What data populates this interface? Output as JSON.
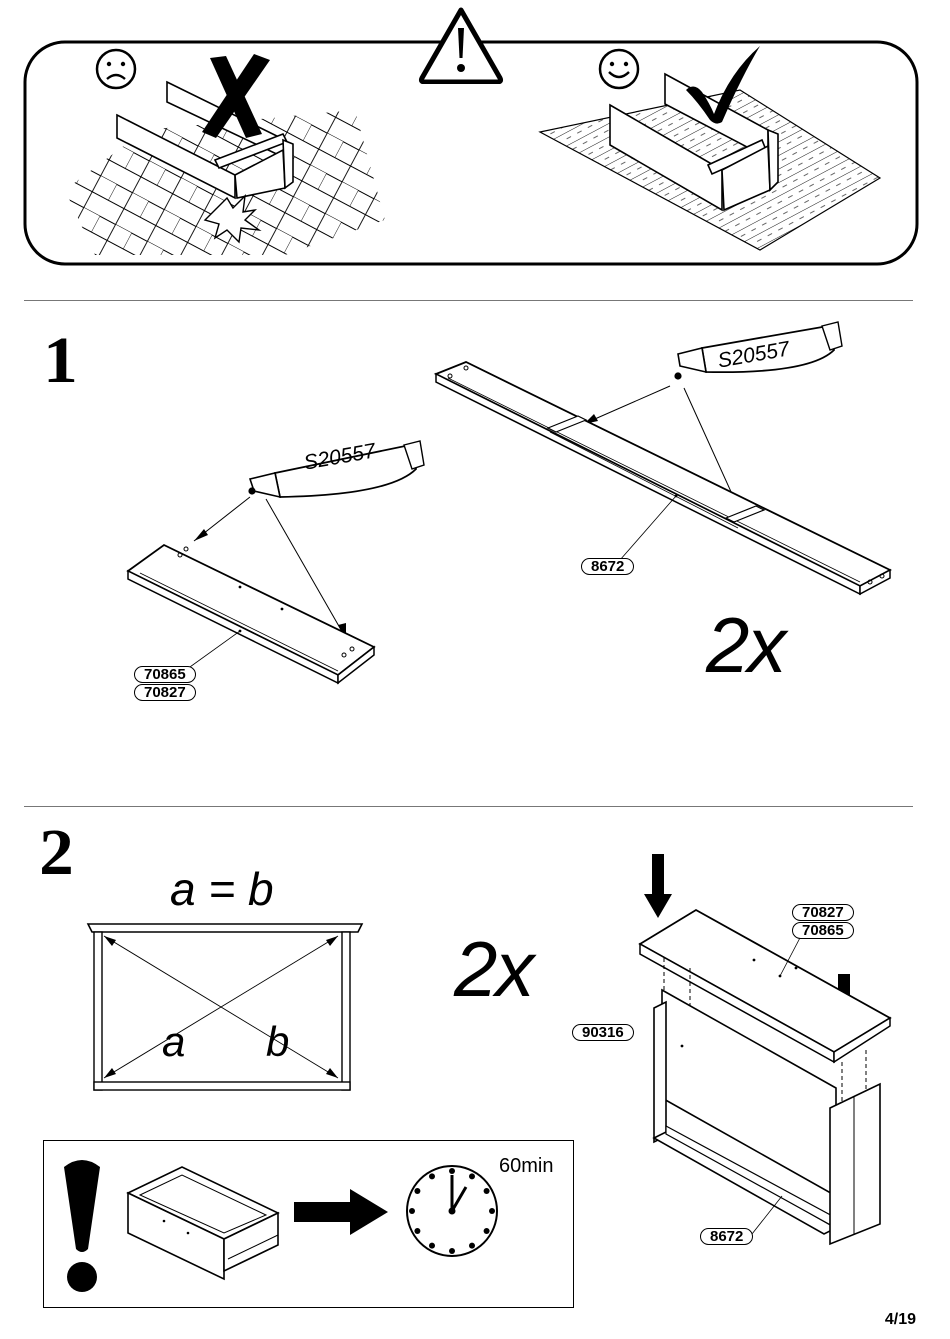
{
  "warning": {
    "bad_face_icon": "frown-face-icon",
    "good_face_icon": "smile-face-icon",
    "warning_icon": "warning-triangle-icon",
    "bad_mark_icon": "cross-mark-icon",
    "good_mark_icon": "check-mark-icon"
  },
  "step1": {
    "number": "1",
    "glue_label": "S20557",
    "part_left_a": "70865",
    "part_left_b": "70827",
    "part_right": "8672",
    "multiplier": "2x"
  },
  "step2": {
    "number": "2",
    "equation": "a = b",
    "diag_a": "a",
    "diag_b": "b",
    "multiplier": "2x",
    "part_top_a": "70827",
    "part_top_b": "70865",
    "part_back": "90316",
    "part_bottom": "8672",
    "drying_time": "60min",
    "exclaim_icon": "exclamation-icon",
    "clock_icon": "clock-icon",
    "arrow_icon": "arrow-right-icon"
  },
  "page_number": "4/19"
}
